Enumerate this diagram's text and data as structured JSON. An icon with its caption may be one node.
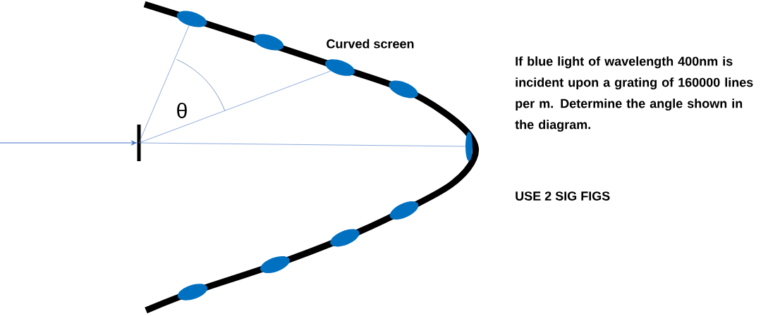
{
  "diagram": {
    "nodes": [
      {
        "text": [],
        "shape": "bar"
      },
      {
        "text": [],
        "shape": "ellipse"
      },
      {
        "text": [],
        "shape": "ellipse"
      },
      {
        "text": [],
        "shape": "ellipse"
      },
      {
        "text": [],
        "shape": "ellipse"
      },
      {
        "text": [],
        "shape": "ellipse"
      },
      {
        "text": [],
        "shape": "ellipse"
      },
      {
        "text": [],
        "shape": "ellipse"
      },
      {
        "text": [],
        "shape": "ellipse"
      },
      {
        "text": [],
        "shape": "ellipse"
      }
    ],
    "edges": [
      {
        "from": null,
        "to": 0,
        "arrow": "to"
      },
      {
        "from": 0,
        "to": 1,
        "arrow": "none"
      },
      {
        "from": 0,
        "to": 3,
        "arrow": "none"
      },
      {
        "from": 0,
        "to": 5,
        "arrow": "none"
      }
    ],
    "labels": [
      "θ",
      "Curved screen",
      "If blue light of wavelength 400nm is incident upon a grating of 160000 lines per m. Determine the angle shown in the diagram.",
      "USE 2 SIG FIGS"
    ]
  }
}
